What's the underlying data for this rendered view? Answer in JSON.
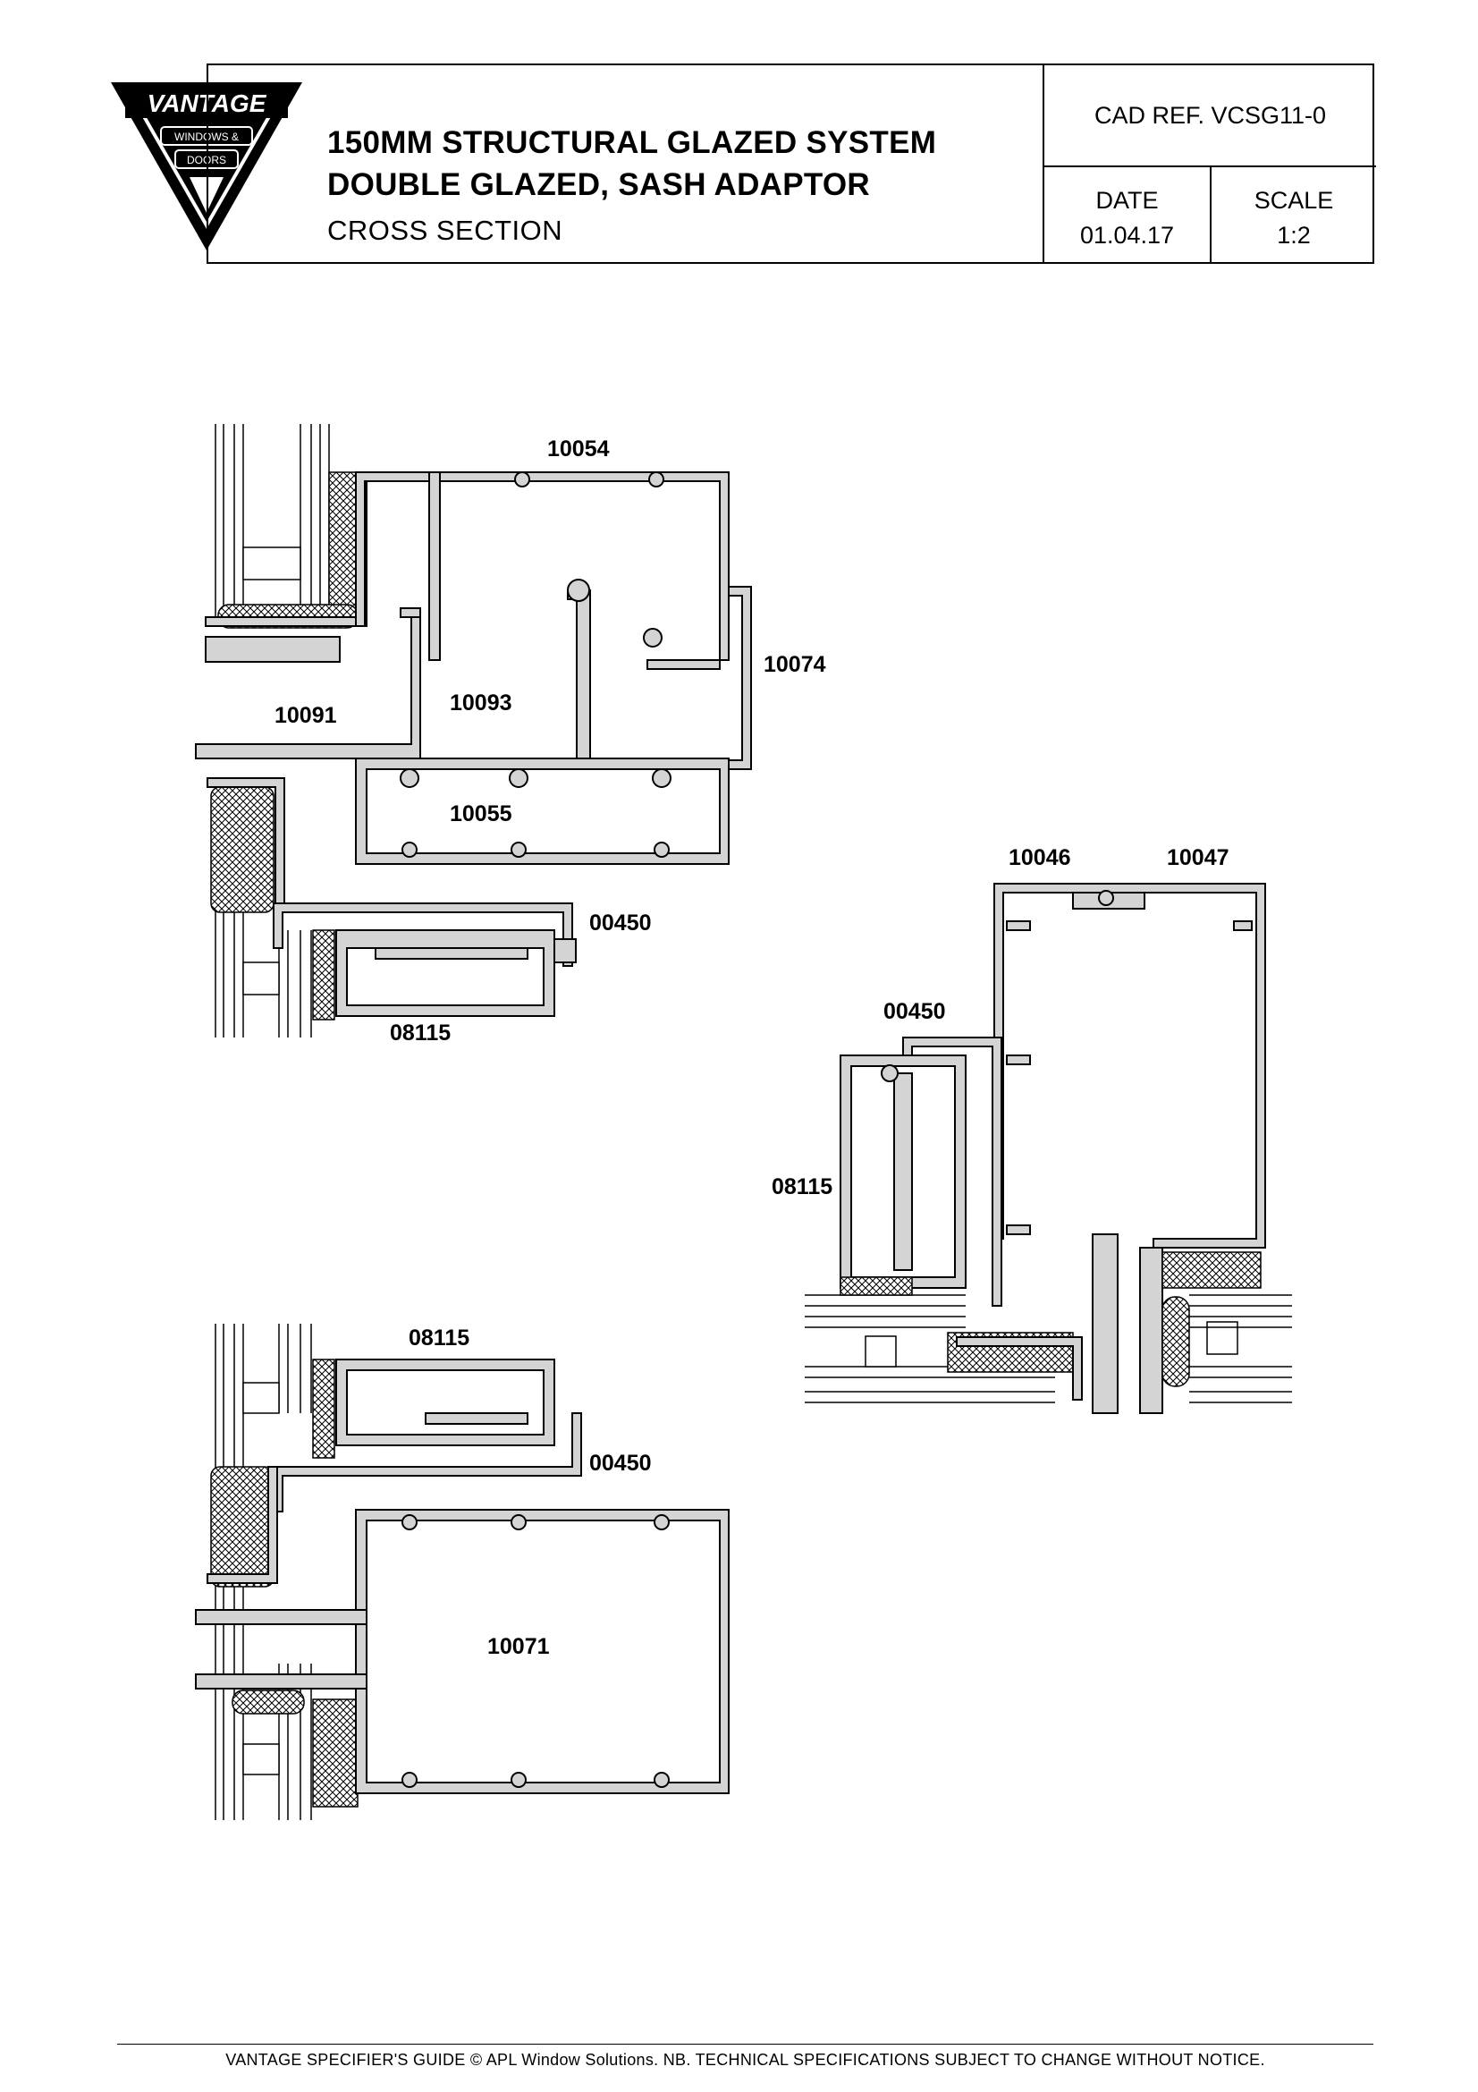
{
  "logo": {
    "brand": "VANTAGE",
    "line1": "WINDOWS &",
    "line2": "DOORS",
    "icon": "vantage-logo-icon"
  },
  "title": {
    "line1": "150MM STRUCTURAL GLAZED SYSTEM",
    "line2": "DOUBLE GLAZED, SASH ADAPTOR",
    "line3": "CROSS SECTION"
  },
  "info": {
    "cad_ref": "CAD REF.  VCSG11-0",
    "date_label": "DATE",
    "date_value": "01.04.17",
    "scale_label": "SCALE",
    "scale_value": "1:2"
  },
  "parts": {
    "top_10054": "10054",
    "top_10074": "10074",
    "top_10091": "10091",
    "top_10093": "10093",
    "top_10055": "10055",
    "top_00450": "00450",
    "top_08115": "08115",
    "right_10046": "10046",
    "right_10047": "10047",
    "right_00450": "00450",
    "right_08115": "08115",
    "bottom_08115": "08115",
    "bottom_00450": "00450",
    "bottom_10071": "10071"
  },
  "footer": "VANTAGE SPECIFIER'S GUIDE  © APL Window Solutions. NB. TECHNICAL SPECIFICATIONS SUBJECT TO CHANGE WITHOUT NOTICE."
}
